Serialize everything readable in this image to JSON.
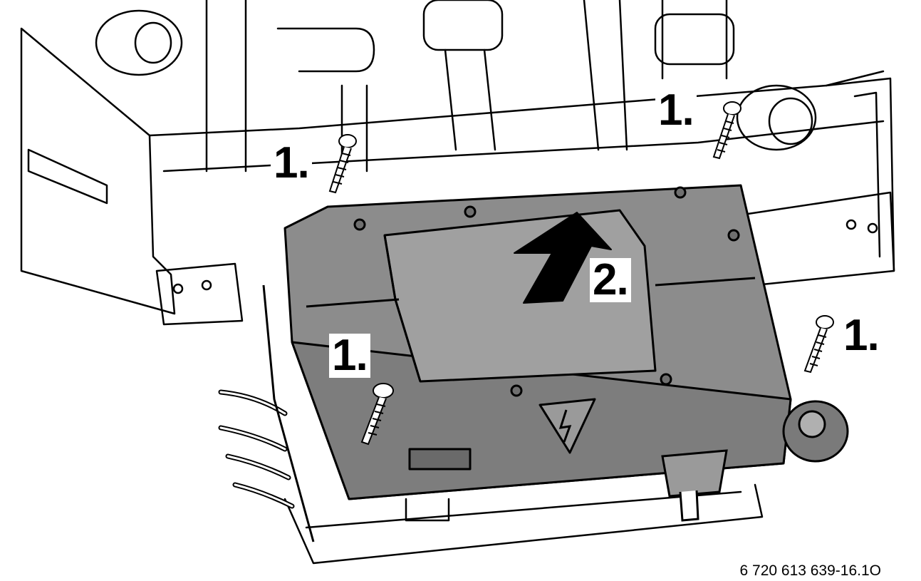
{
  "labels": {
    "step1_top_left": "1.",
    "step1_top_right": "1.",
    "step1_right": "1.",
    "step1_lower_left": "1.",
    "step2": "2."
  },
  "caption": "6 720 613 639-16.1O",
  "colors": {
    "housing_fill": "#8c8c8c",
    "housing_dark": "#6f6f6f",
    "housing_light": "#a3a3a3",
    "line": "#000000",
    "background": "#ffffff",
    "arrow": "#000000"
  },
  "icons": {
    "arrow": "arrow-up-icon",
    "warning": "high-voltage-warning-icon"
  }
}
